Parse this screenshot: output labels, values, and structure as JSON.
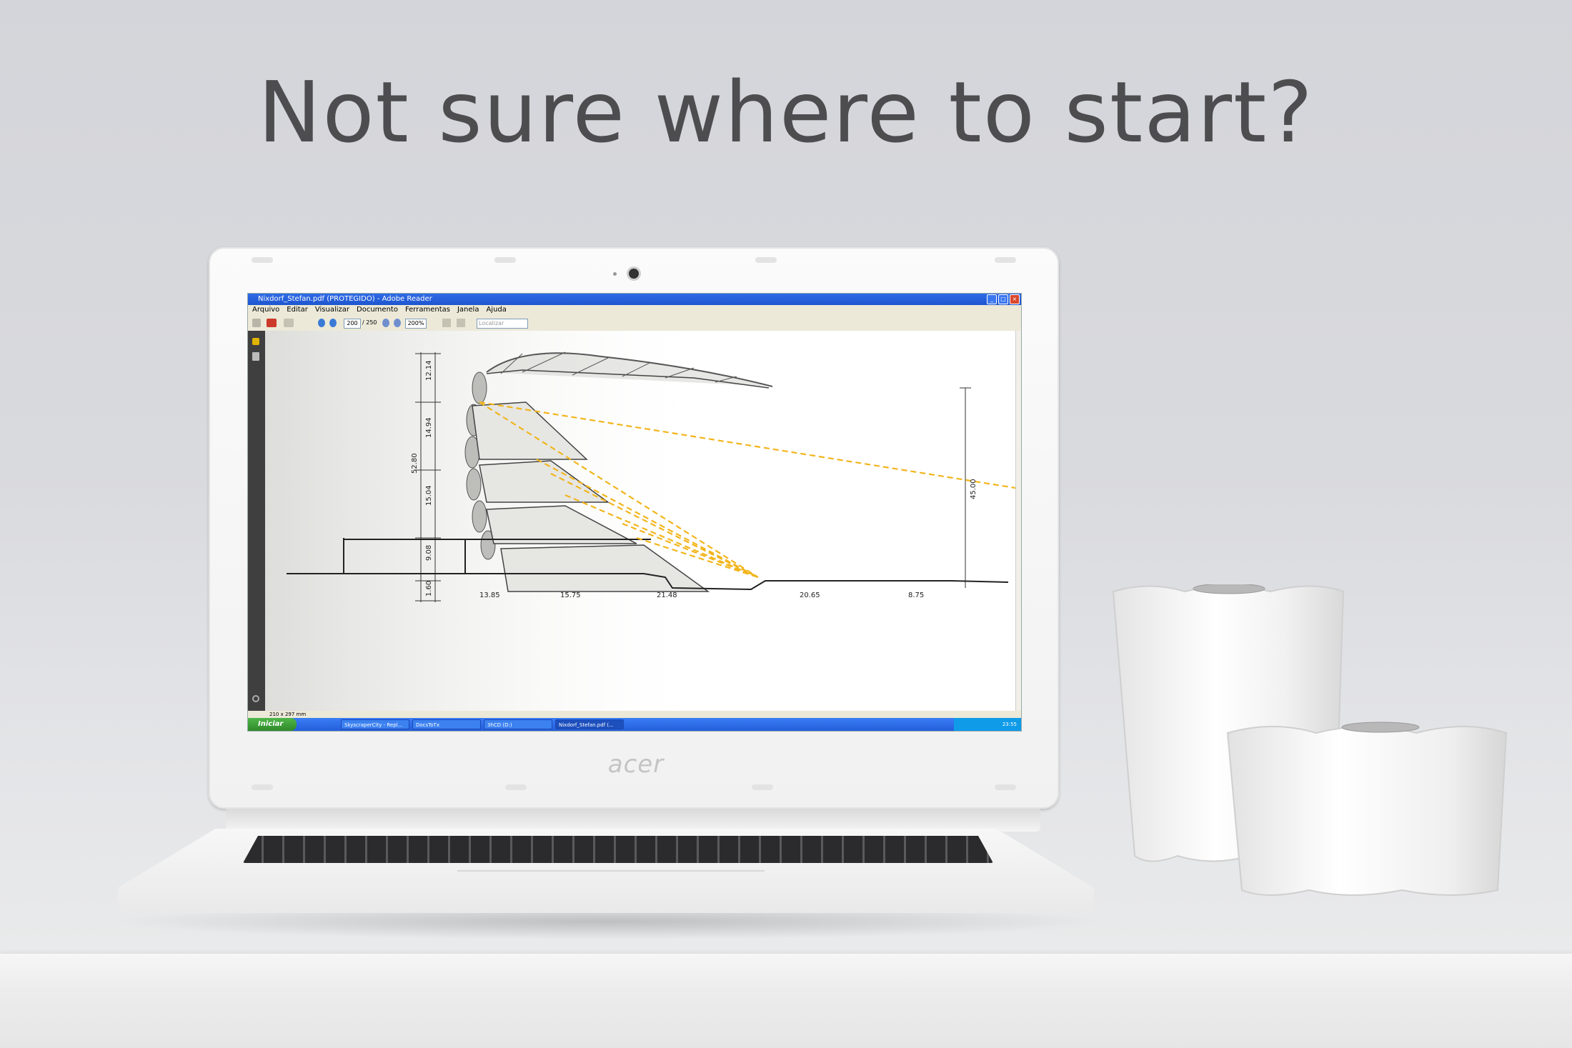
{
  "headline": "Not sure where to start?",
  "laptop": {
    "brand": "acer"
  },
  "window": {
    "title": "Nixdorf_Stefan.pdf (PROTEGIDO) - Adobe Reader",
    "controls": [
      "_",
      "□",
      "×"
    ],
    "menu": [
      "Arquivo",
      "Editar",
      "Visualizar",
      "Documento",
      "Ferramentas",
      "Janela",
      "Ajuda"
    ],
    "toolbar": {
      "page_current": "200",
      "page_total": "/ 250",
      "zoom": "200%",
      "search_placeholder": "Localizar"
    },
    "status": {
      "page_size": "210 x 297 mm"
    }
  },
  "drawing": {
    "vertical_dimensions": [
      "12.14",
      "14.94",
      "52.80",
      "15.04",
      "9.08",
      "1.60"
    ],
    "right_dimension": "45.00",
    "horizontal_dimensions": [
      "13.85",
      "15.75",
      "21.48",
      "20.65",
      "8.75"
    ],
    "line_color": "#f2b51c"
  },
  "taskbar": {
    "start": "Iniciar",
    "tasks": [
      "SkyscraperCity - Repl...",
      "DocsToTx",
      "3hCD (D:)",
      "Nixdorf_Stefan.pdf (..."
    ],
    "clock": "23:55"
  }
}
